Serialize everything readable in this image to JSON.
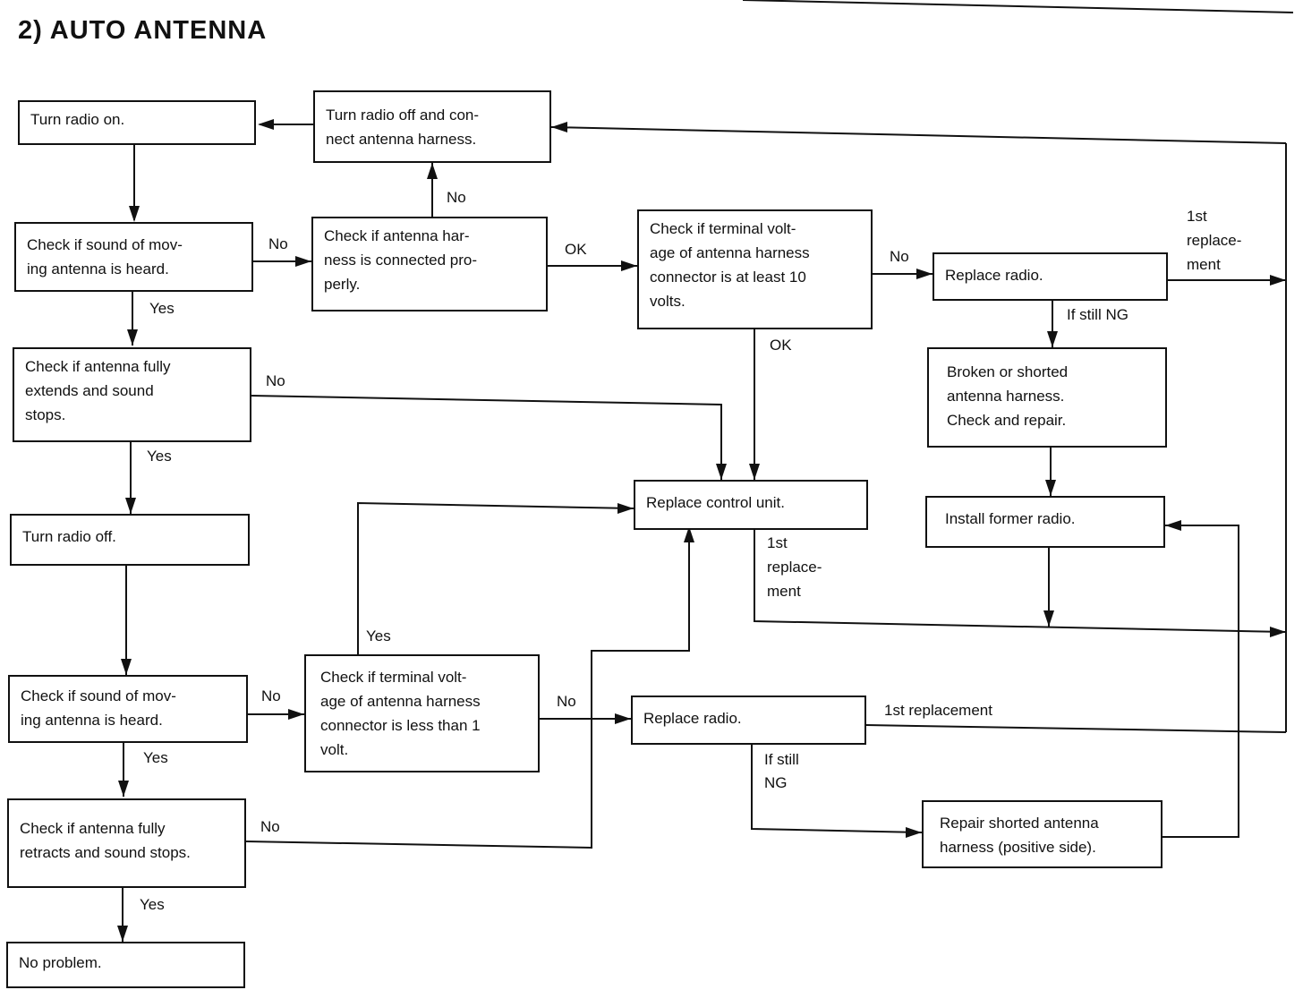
{
  "title": "2) AUTO ANTENNA",
  "boxes": {
    "turn_radio_on": "Turn radio on.",
    "turn_off_connect": "Turn radio off and con-\nnect antenna harness.",
    "check_sound_1": "Check if sound of mov-\ning antenna is heard.",
    "check_harness_connected": "Check if antenna har-\nness is connected pro-\nperly.",
    "check_voltage_10": "Check if terminal volt-\nage of antenna harness\nconnector is at least 10\nvolts.",
    "replace_radio_1": "Replace radio.",
    "check_extends": "Check if antenna fully\nextends and sound\nstops.",
    "broken_harness": "Broken or shorted\nantenna harness.\nCheck and repair.",
    "replace_control_unit": "Replace control unit.",
    "install_former_radio": "Install former radio.",
    "turn_radio_off": "Turn radio off.",
    "check_sound_2": "Check if sound of mov-\ning antenna is heard.",
    "check_voltage_1": "Check if terminal volt-\nage of antenna harness\nconnector is less than 1\nvolt.",
    "replace_radio_2": "Replace radio.",
    "check_retracts": "Check if antenna fully\nretracts and sound stops.",
    "repair_shorted": "Repair shorted antenna\nharness (positive side).",
    "no_problem": "No problem."
  },
  "labels": {
    "no_harness_up": "No",
    "no_sound1": "No",
    "ok_harness": "OK",
    "no_voltage10": "No",
    "first_replacement_top": "1st\nreplace-\nment",
    "yes_sound1": "Yes",
    "if_still_ng_1": "If still NG",
    "ok_voltage10": "OK",
    "no_extends": "No",
    "yes_extends": "Yes",
    "first_replacement_control": "1st\nreplace-\nment",
    "yes_voltage1": "Yes",
    "no_sound2": "No",
    "no_voltage1": "No",
    "first_replacement_radio2": "1st replacement",
    "yes_sound2": "Yes",
    "if_still_ng_2": "If still\nNG",
    "no_retracts": "No",
    "yes_retracts": "Yes"
  }
}
